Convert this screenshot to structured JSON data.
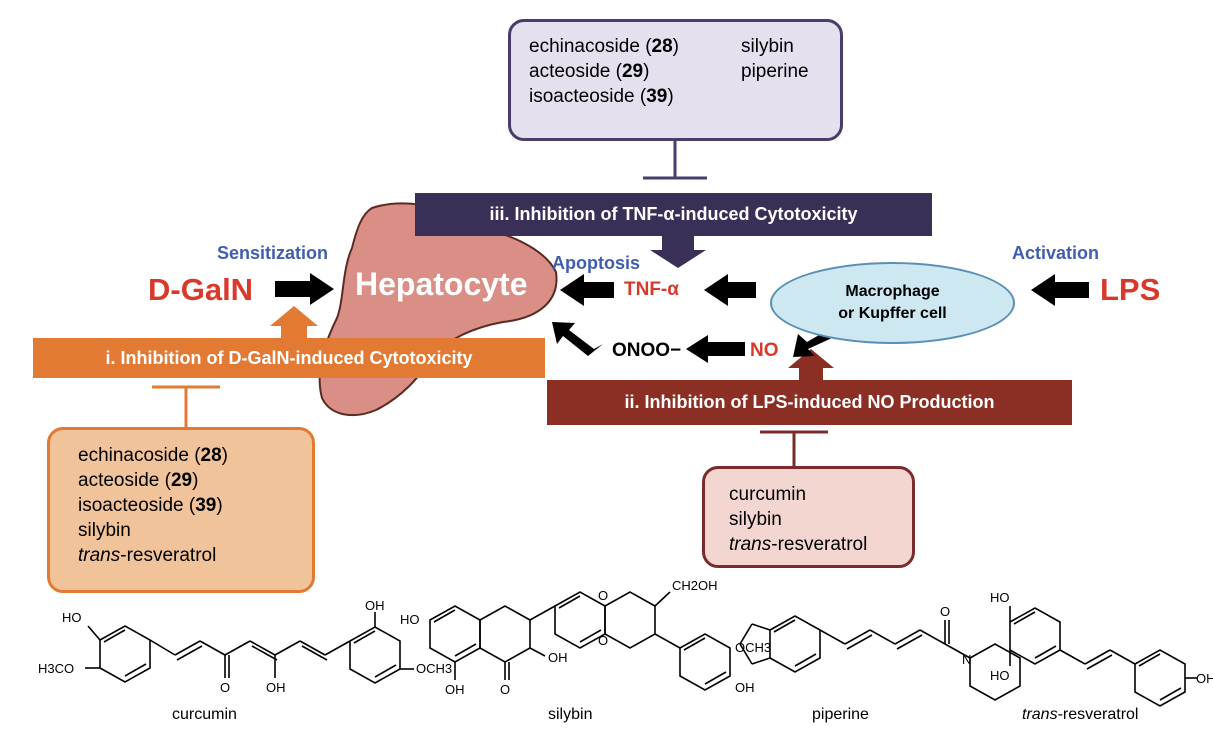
{
  "top_box": {
    "col1": [
      {
        "name": "echinacoside",
        "num": "28"
      },
      {
        "name": "acteoside",
        "num": "29"
      },
      {
        "name": "isoacteoside",
        "num": "39"
      }
    ],
    "col2": [
      "silybin",
      "piperine"
    ]
  },
  "left_box": {
    "items": [
      {
        "name": "echinacoside",
        "num": "28"
      },
      {
        "name": "acteoside",
        "num": "29"
      },
      {
        "name": "isoacteoside",
        "num": "39"
      }
    ],
    "plain": [
      "silybin"
    ],
    "italic_prefix": "trans",
    "italic_rest": "-resveratrol"
  },
  "right_box": {
    "plain": [
      "curcumin",
      "silybin"
    ],
    "italic_prefix": "trans",
    "italic_rest": "-resveratrol"
  },
  "banners": {
    "iii": "iii. Inhibition of TNF-α-induced Cytotoxicity",
    "i": "i. Inhibition of D-GalN-induced Cytotoxicity",
    "ii": "ii. Inhibition of LPS-induced NO Production"
  },
  "labels": {
    "sensitization": "Sensitization",
    "activation": "Activation",
    "apoptosis": "Apoptosis",
    "dgaln": "D-GalN",
    "lps": "LPS",
    "hepatocyte": "Hepatocyte",
    "tnf": "TNF-α",
    "no": "NO",
    "onoo": "ONOO−",
    "macrophage_line1": "Macrophage",
    "macrophage_line2": "or Kupffer cell"
  },
  "molecules": {
    "curcumin": "curcumin",
    "silybin": "silybin",
    "piperine": "piperine",
    "resveratrol_prefix": "trans",
    "resveratrol_rest": "-resveratrol"
  },
  "structure_labels": {
    "curcumin": [
      "HO",
      "H3CO",
      "O",
      "OH",
      "OH",
      "OCH3"
    ],
    "silybin": [
      "HO",
      "OH",
      "O",
      "OH",
      "CH2OH",
      "OCH3",
      "OH"
    ],
    "piperine": [
      "O"
    ],
    "resveratrol": [
      "HO",
      "HO",
      "OH"
    ]
  },
  "colors": {
    "liver": "#d98f86",
    "banner_iii": "#3a2f57",
    "banner_i": "#e27a33",
    "banner_ii": "#8b2f24",
    "blue_label": "#3f5eb0",
    "red_label": "#d9392b"
  }
}
